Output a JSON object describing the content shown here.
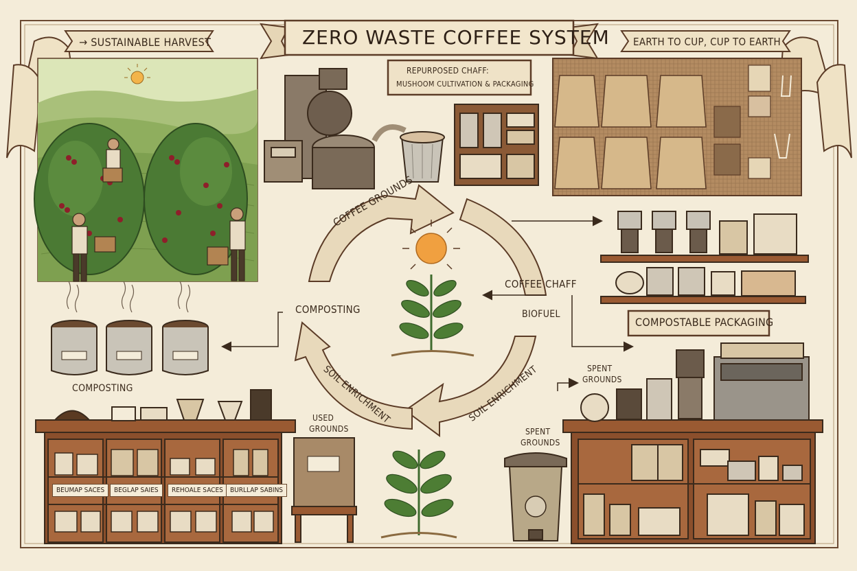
{
  "title": "ZERO WASTE COFFEE SYSTEM",
  "banners": {
    "left": "→ SUSTAINABLE HARVEST",
    "right": "EARTH TO CUP, CUP TO EARTH"
  },
  "callouts": {
    "repurposed_line1": "REPURPOSED CHAFF:",
    "repurposed_line2": "MUSHOOM CULTIVATION & PACKAGING",
    "compostable_packaging": "COMPOSTABLE PACKAGING"
  },
  "cycle": {
    "coffee_grounds": "COFFEE GROUNDS",
    "coffee_chaff": "COFFEE CHAFF",
    "biofuel": "BIOFUEL",
    "composting": "COMPOSTING",
    "soil_enrichment_left": "SOIL ENRICHMENT",
    "soil_enrichment_right": "SOIL ENRICHMENT"
  },
  "labels": {
    "composting_station": "COMPOSTING",
    "used_grounds_1": "USED",
    "used_grounds_2": "GROUNDS",
    "spent_grounds_top_1": "SPENT",
    "spent_grounds_top_2": "GROUNDS",
    "spent_grounds_bin_1": "SPENT",
    "spent_grounds_bin_2": "GROUNDS"
  },
  "shelf_tags": [
    "BEUMAP SACES",
    "BEGLAP SAIES",
    "REHOALE SACES",
    "BURLLAP SABINS"
  ],
  "colors": {
    "paper": "#f4ecd9",
    "ink": "#3a2a1c",
    "wood": "#9a5a32",
    "wood_dark": "#6b3b1e",
    "leaf": "#3f6b2e",
    "cherry": "#8e1f2a",
    "sun": "#f0a040",
    "burlap": "#b48c62",
    "steel": "#b9b3a6"
  }
}
